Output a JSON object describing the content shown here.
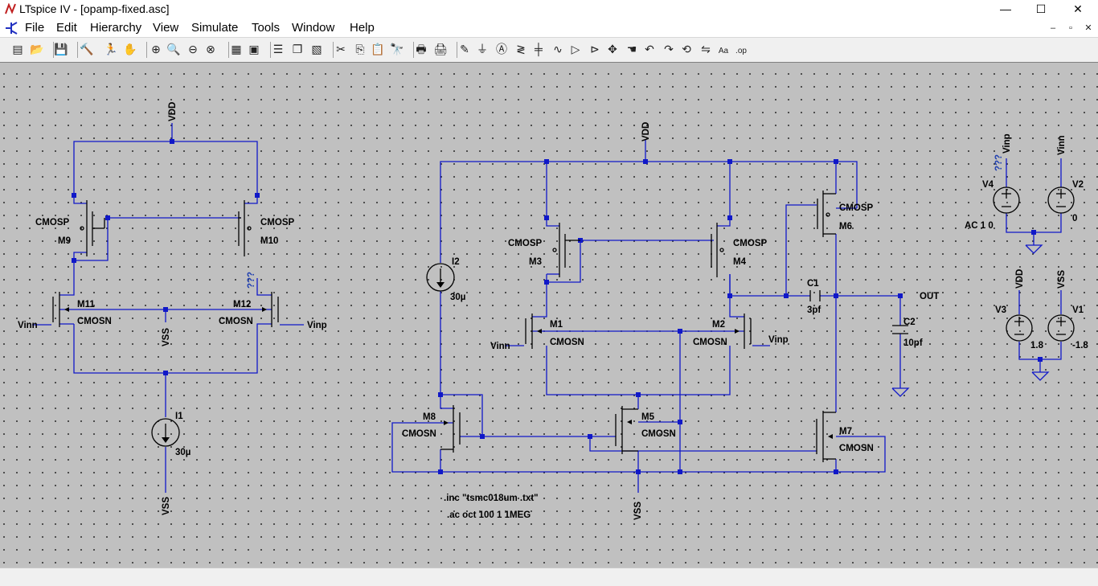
{
  "window": {
    "title": "LTspice IV - [opamp-fixed.asc]",
    "min_glyph": "—",
    "max_glyph": "☐",
    "close_glyph": "✕"
  },
  "menu": {
    "items": [
      "File",
      "Edit",
      "Hierarchy",
      "View",
      "Simulate",
      "Tools",
      "Window",
      "Help"
    ],
    "mdi": {
      "min": "–",
      "restore": "▫",
      "close": "✕"
    }
  },
  "toolbar": {
    "buttons": [
      {
        "name": "new-schematic-icon",
        "glyph": "▤"
      },
      {
        "name": "open-icon",
        "glyph": "📂"
      },
      {
        "name": "save-icon",
        "glyph": "💾"
      },
      {
        "name": "control-panel-icon",
        "glyph": "🔨"
      },
      {
        "name": "run-icon",
        "glyph": "🏃"
      },
      {
        "name": "halt-icon",
        "glyph": "✋"
      },
      {
        "name": "zoom-in-icon",
        "glyph": "⊕"
      },
      {
        "name": "pan-icon",
        "glyph": "🔍"
      },
      {
        "name": "zoom-out-icon",
        "glyph": "⊖"
      },
      {
        "name": "zoom-fit-icon",
        "glyph": "⊗"
      },
      {
        "name": "autorange-icon",
        "glyph": "▦"
      },
      {
        "name": "delete-traces-icon",
        "glyph": "▣"
      },
      {
        "name": "tile-horizontal-icon",
        "glyph": "☰"
      },
      {
        "name": "cascade-icon",
        "glyph": "❐"
      },
      {
        "name": "close-all-icon",
        "glyph": "▧"
      },
      {
        "name": "cut-icon",
        "glyph": "✂"
      },
      {
        "name": "copy-icon",
        "glyph": "⎘"
      },
      {
        "name": "paste-icon",
        "glyph": "📋"
      },
      {
        "name": "find-icon",
        "glyph": "🔭"
      },
      {
        "name": "print-preview-icon",
        "glyph": "🖶"
      },
      {
        "name": "print-icon",
        "glyph": "🖨"
      },
      {
        "name": "draw-wire-icon",
        "glyph": "✎"
      },
      {
        "name": "ground-icon",
        "glyph": "⏚"
      },
      {
        "name": "label-net-icon",
        "glyph": "Ⓐ"
      },
      {
        "name": "resistor-icon",
        "glyph": "≷"
      },
      {
        "name": "capacitor-icon",
        "glyph": "╪"
      },
      {
        "name": "inductor-icon",
        "glyph": "∿"
      },
      {
        "name": "diode-icon",
        "glyph": "▷"
      },
      {
        "name": "component-icon",
        "glyph": "⊳"
      },
      {
        "name": "move-icon",
        "glyph": "✥"
      },
      {
        "name": "drag-icon",
        "glyph": "☚"
      },
      {
        "name": "undo-icon",
        "glyph": "↶"
      },
      {
        "name": "redo-icon",
        "glyph": "↷"
      },
      {
        "name": "rotate-icon",
        "glyph": "⟲"
      },
      {
        "name": "mirror-icon",
        "glyph": "⇋"
      },
      {
        "name": "text-icon",
        "glyph": "Aa"
      },
      {
        "name": "spice-directive-icon",
        "glyph": ".op"
      }
    ]
  },
  "schematic": {
    "labels": {
      "vdd_left": "VDD",
      "vdd_mid": "VDD",
      "vdd_right": "VDD",
      "vss_left_mid": "VSS",
      "vss_left_bot": "VSS",
      "vss_mid_bot": "VSS",
      "vss_right": "VSS",
      "cmosp": "CMOSP",
      "cmosn": "CMOSN",
      "m9": "M9",
      "m10": "M10",
      "m11": "M11",
      "m12": "M12",
      "m1": "M1",
      "m2": "M2",
      "m3": "M3",
      "m4": "M4",
      "m5": "M5",
      "m6": "M6",
      "m7": "M7",
      "m8": "M8",
      "vinn": "Vinn",
      "vinp": "Vinp",
      "i1": "I1",
      "i2": "I2",
      "i_val": "30µ",
      "c1": "C1",
      "c1_val": "3pf",
      "c2": "C2",
      "c2_val": "10pf",
      "out": "OUT",
      "v1": "V1",
      "v2": "V2",
      "v3": "V3",
      "v4": "V4",
      "v4_val": "AC 1 0",
      "v2_val": "0",
      "v3_val": "1.8",
      "v1_val": "-1.8",
      "unknown": "???",
      "directive_inc": ".inc \"tsmc018um .txt\"",
      "directive_ac": ".ac oct 100 1 1MEG"
    },
    "colors": {
      "wire": "#1018c8",
      "component": "#000000",
      "background": "#c0c0c0",
      "grid_dot": "#303030"
    }
  }
}
